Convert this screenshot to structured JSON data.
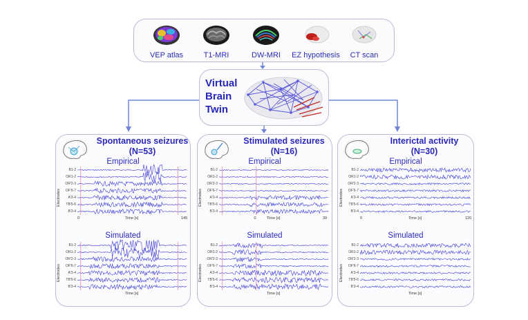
{
  "inputs": [
    {
      "label": "VEP atlas",
      "icon": "colored-brain-icon"
    },
    {
      "label": "T1-MRI",
      "icon": "mri-brain-icon"
    },
    {
      "label": "DW-MRI",
      "icon": "tractography-brain-icon"
    },
    {
      "label": "EZ hypothesis",
      "icon": "ez-region-brain-icon"
    },
    {
      "label": "CT scan",
      "icon": "ct-brain-icon"
    }
  ],
  "twin": {
    "line1": "Virtual",
    "line2": "Brain",
    "line3": "Twin"
  },
  "cards": [
    {
      "title1": "Spontaneous seizures",
      "title2": "(N=53)",
      "empirical": "Empirical",
      "simulated": "Simulated",
      "channels": [
        "B1-2",
        "OR1-2",
        "OR'2-3",
        "OF'6-7",
        "A'3-4",
        "TB'5-6",
        "B'3-4"
      ],
      "yaxis": "Electrodes",
      "xaxis": "Time [s]",
      "tick_start": "0",
      "tick_end": "145"
    },
    {
      "title1": "Stimulated seizures",
      "title2": "(N=16)",
      "empirical": "Empirical",
      "simulated": "Simulated",
      "channels": [
        "B1-2",
        "OR1-2",
        "OR'2-3",
        "OF'6-7",
        "A'3-4",
        "TB'5-6",
        "B'3-4"
      ],
      "yaxis": "Electrodes",
      "xaxis": "Time [s]",
      "tick_start": "0",
      "tick_end": "39"
    },
    {
      "title1": "Interictal activity",
      "title2": "(N=30)",
      "empirical": "Empirical",
      "simulated": "Simulated",
      "channels": [
        "B1-2",
        "OR1-2",
        "OR'2-3",
        "OF'6-7",
        "A'3-4",
        "TB'5-6",
        "B'3-4"
      ],
      "yaxis": "Electrodes",
      "xaxis": "Time [s]",
      "tick_start": "0",
      "tick_end": "120"
    }
  ],
  "colors": {
    "trace": "#3a3ad6",
    "accent": "#2727b8",
    "arrow": "#6f86d6",
    "marker": "#e48ab8"
  }
}
